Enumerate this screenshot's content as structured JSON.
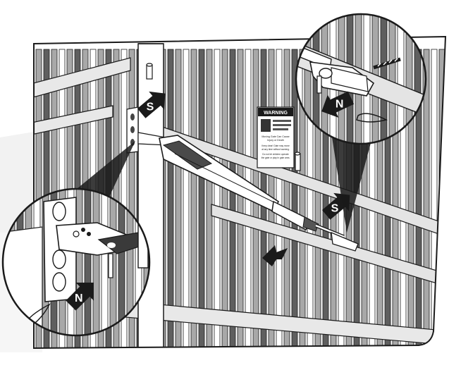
{
  "labels": {
    "s_top": "S",
    "s_mid": "S",
    "n_top": "N",
    "n_bottom": "N"
  },
  "warning_sign": {
    "heading": "WARNING",
    "line1": "Moving Gate Can Cause",
    "line2": "Injury or Death",
    "line3": "Keep clear! Gate may move",
    "line4": "at any time without warning.",
    "line5": "Do not let children operate",
    "line6": "the gate or play in gate area."
  },
  "colors": {
    "line": "#1a1a1a",
    "post_light": "#ffffff",
    "post_mid": "#a8a8a8",
    "post_dark": "#5f5f5f",
    "rail": "#e4e4e4"
  }
}
